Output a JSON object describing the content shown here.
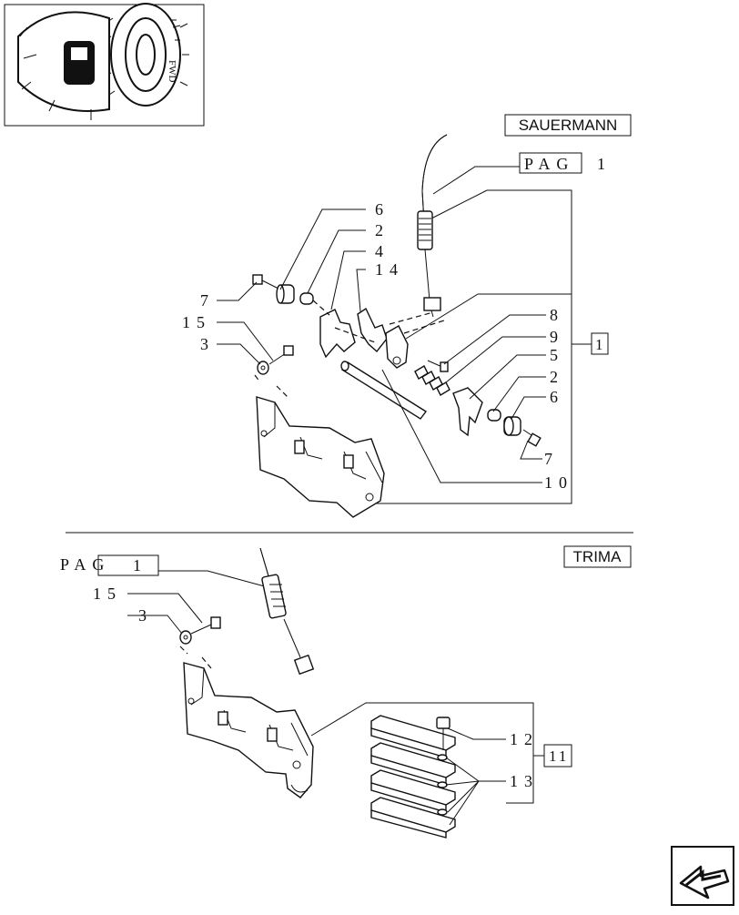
{
  "sections": {
    "sauermann": {
      "brand": "SAUERMANN",
      "page_ref_prefix": "PAG",
      "page_ref_num": "1",
      "group_ref": "1"
    },
    "trima": {
      "brand": "TRIMA",
      "page_ref_prefix": "PAG",
      "page_ref_num": "1",
      "group_ref": "11"
    }
  },
  "callouts": {
    "c6a": "6",
    "c2a": "2",
    "c4": "4",
    "c14": "14",
    "c7a": "7",
    "c15a": "15",
    "c3a": "3",
    "c8": "8",
    "c9": "9",
    "c5": "5",
    "c2b": "2",
    "c6b": "6",
    "c7b": "7",
    "c10": "10",
    "c15b": "15",
    "c3b": "3",
    "c12": "12",
    "c13": "13"
  },
  "thumbnail": {
    "icon": "tractor-location-thumbnail"
  },
  "navigation": {
    "icon": "next-page-arrow-icon"
  },
  "colors": {
    "line": "#111111",
    "background": "#ffffff"
  }
}
